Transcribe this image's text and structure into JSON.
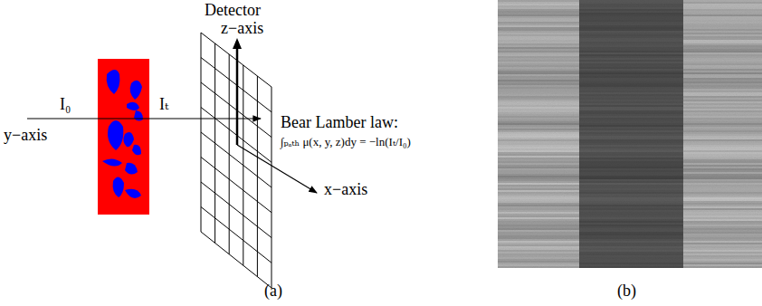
{
  "diagram": {
    "labels": [
      "Detector",
      "z−axis",
      "Bear Lamber law:",
      "I₀",
      "Iₜ",
      "y−axis",
      "∫ₚₐₜₕ μ(x, y, z)dy = −ln(Iₜ/I₀)",
      "x−axis",
      "(a)",
      "(b)"
    ]
  }
}
